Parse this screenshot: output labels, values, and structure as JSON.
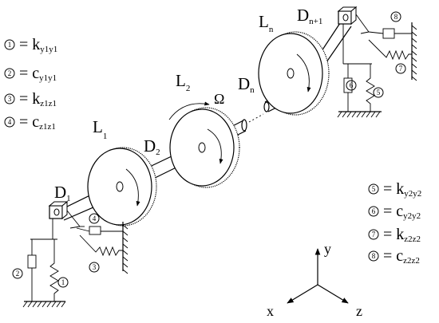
{
  "labels": {
    "D1_main": "D",
    "D1_sub": "1",
    "D2_main": "D",
    "D2_sub": "2",
    "Dn_main": "D",
    "Dn_sub": "n",
    "Dn1_main": "D",
    "Dn1_sub": "n+1",
    "L1_main": "L",
    "L1_sub": "1",
    "L2_main": "L",
    "L2_sub": "2",
    "Ln_main": "L",
    "Ln_sub": "n",
    "omega": "Ω"
  },
  "legend_left": [
    {
      "num": "1",
      "sep": "=",
      "main": "k",
      "sub": "y1y1"
    },
    {
      "num": "2",
      "sep": "=",
      "main": "c",
      "sub": "y1y1"
    },
    {
      "num": "3",
      "sep": "=",
      "main": "k",
      "sub": "z1z1"
    },
    {
      "num": "4",
      "sep": "=",
      "main": "c",
      "sub": "z1z1"
    }
  ],
  "legend_right": [
    {
      "num": "5",
      "sep": "=",
      "main": "k",
      "sub": "y2y2"
    },
    {
      "num": "6",
      "sep": "=",
      "main": "c",
      "sub": "y2y2"
    },
    {
      "num": "7",
      "sep": "=",
      "main": "k",
      "sub": "z2z2"
    },
    {
      "num": "8",
      "sep": "=",
      "main": "c",
      "sub": "z2z2"
    }
  ],
  "element_markers": [
    "1",
    "2",
    "3",
    "4",
    "5",
    "6",
    "7",
    "8"
  ],
  "axes": {
    "y": "y",
    "x": "x",
    "z": "z"
  }
}
